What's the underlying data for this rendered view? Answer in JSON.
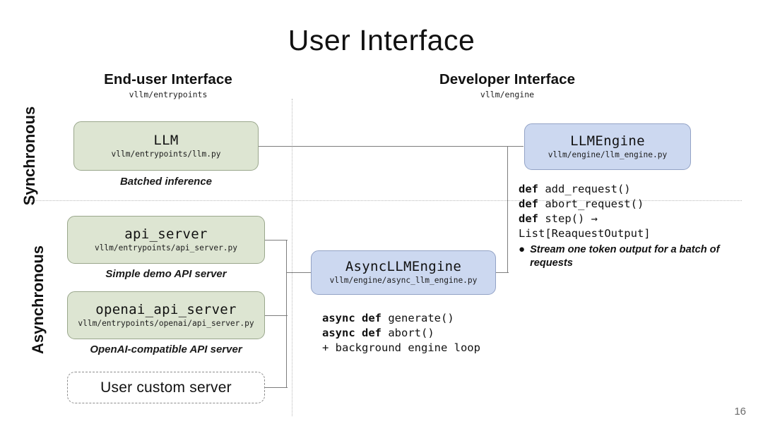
{
  "slide": {
    "title": "User Interface",
    "page_number": "16"
  },
  "columns": [
    {
      "title": "End-user Interface",
      "path": "vllm/entrypoints"
    },
    {
      "title": "Developer Interface",
      "path": "vllm/engine"
    }
  ],
  "row_labels": [
    {
      "label": "Synchronous"
    },
    {
      "label": "Asynchronous"
    }
  ],
  "boxes": {
    "llm": {
      "name": "LLM",
      "path": "vllm/entrypoints/llm.py"
    },
    "llm_engine": {
      "name": "LLMEngine",
      "path": "vllm/engine/llm_engine.py"
    },
    "api_server": {
      "name": "api_server",
      "path": "vllm/entrypoints/api_server.py"
    },
    "openai_server": {
      "name": "openai_api_server",
      "path": "vllm/entrypoints/openai/api_server.py"
    },
    "custom_server": {
      "name": "User custom server"
    },
    "async_engine": {
      "name": "AsyncLLMEngine",
      "path": "vllm/engine/async_llm_engine.py"
    }
  },
  "captions": {
    "llm": "Batched inference",
    "api_server": "Simple demo API server",
    "openai_server": "OpenAI-compatible API server"
  },
  "engine_api": {
    "lines": [
      {
        "kw": "def ",
        "rest": "add_request()"
      },
      {
        "kw": "def ",
        "rest": "abort_request()"
      },
      {
        "kw": "def ",
        "rest": "step() →"
      },
      {
        "kw": "",
        "rest": "List[ReaquestOutput]"
      }
    ],
    "bullet": "Stream one token output for a batch of requests"
  },
  "async_api": {
    "lines": [
      {
        "kw": "async def ",
        "rest": "generate()"
      },
      {
        "kw": "async def ",
        "rest": "abort()"
      },
      {
        "kw": "",
        "rest": "+ background engine loop"
      }
    ]
  },
  "colors": {
    "green_fill": "#dde5d2",
    "blue_fill": "#ccd8f0",
    "connector": "#7d7d7d",
    "divider": "#b9b9b9"
  }
}
